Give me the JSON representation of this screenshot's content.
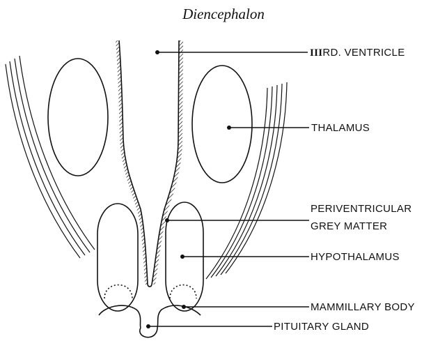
{
  "title": "Diencephalon",
  "labels": {
    "ventricle_prefix": "III",
    "ventricle_rest": "RD. VENTRICLE",
    "thalamus": "THALAMUS",
    "periventricular_line1": "PERIVENTRICULAR",
    "periventricular_line2": "GREY MATTER",
    "hypothalamus": "HYPOTHALAMUS",
    "mammillary": "MAMMILLARY BODY",
    "pituitary": "PITUITARY GLAND"
  }
}
